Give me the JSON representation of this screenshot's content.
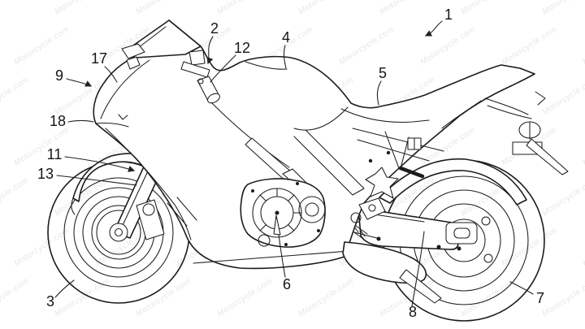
{
  "page": {
    "background": "#ffffff",
    "line_color": "#1c1c1c"
  },
  "watermark": {
    "text": "Motorcycle.com",
    "color": "#e8e6e4"
  },
  "figure": {
    "kind": "patent-style line drawing",
    "subject": "sport motorcycle, side elevation with numbered reference leaders",
    "labels": [
      "1",
      "2",
      "12",
      "4",
      "5",
      "17",
      "9",
      "18",
      "11",
      "13",
      "3",
      "6",
      "8",
      "7"
    ]
  }
}
